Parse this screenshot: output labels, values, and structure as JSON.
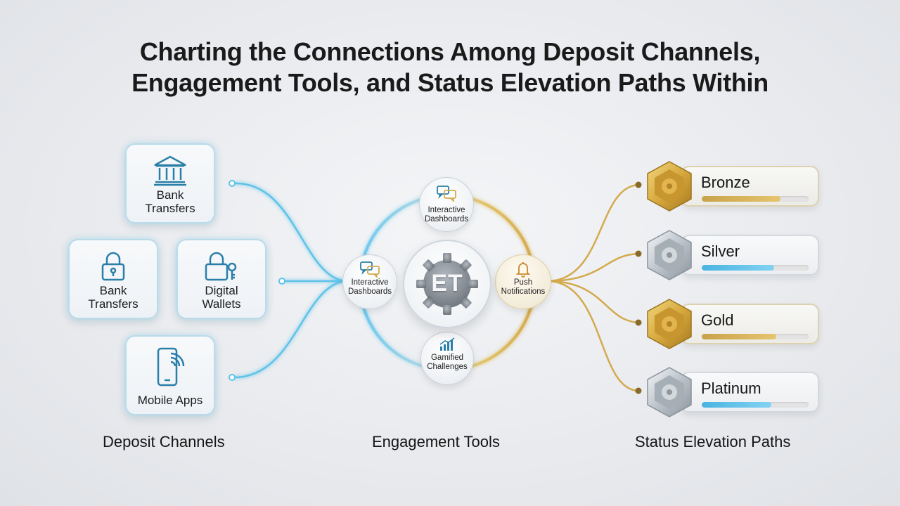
{
  "title": {
    "line1": "Charting the Connections Among Deposit Channels,",
    "line2": "Engagement Tools, and Status Elevation Paths Within"
  },
  "deposit_channels": {
    "label": "Deposit Channels",
    "cards": [
      {
        "icon": "bank-icon",
        "label": "Bank\nTransfers"
      },
      {
        "icon": "lock-icon",
        "label": "Bank\nTransfers"
      },
      {
        "icon": "lock-key-icon",
        "label": "Digital\nWallets"
      },
      {
        "icon": "mobile-phone-icon",
        "label": "Mobile Apps"
      }
    ]
  },
  "engagement_tools": {
    "label": "Engagement Tools",
    "hub": "ET",
    "nodes": [
      {
        "icon": "chat-bubbles-icon",
        "label": "Interactive\nDashboards"
      },
      {
        "icon": "chat-bubbles-icon",
        "label": "Interactive\nDashboards"
      },
      {
        "icon": "bell-icon",
        "label": "Push\nNotifications"
      },
      {
        "icon": "bar-chart-icon",
        "label": "Gamified\nChallenges"
      }
    ]
  },
  "status_paths": {
    "label": "Status Elevation Paths",
    "tiers": [
      {
        "name": "Bronze",
        "progress": 0.74,
        "badge": "gold",
        "bar": "gold"
      },
      {
        "name": "Silver",
        "progress": 0.68,
        "badge": "silver",
        "bar": "blue"
      },
      {
        "name": "Gold",
        "progress": 0.7,
        "badge": "gold",
        "bar": "gold"
      },
      {
        "name": "Platinum",
        "progress": 0.65,
        "badge": "silver",
        "bar": "blue"
      }
    ]
  },
  "colors": {
    "blue_link": "#5ec3e8",
    "gold_link": "#d4aa4e",
    "card_border": "#b9dcea"
  }
}
